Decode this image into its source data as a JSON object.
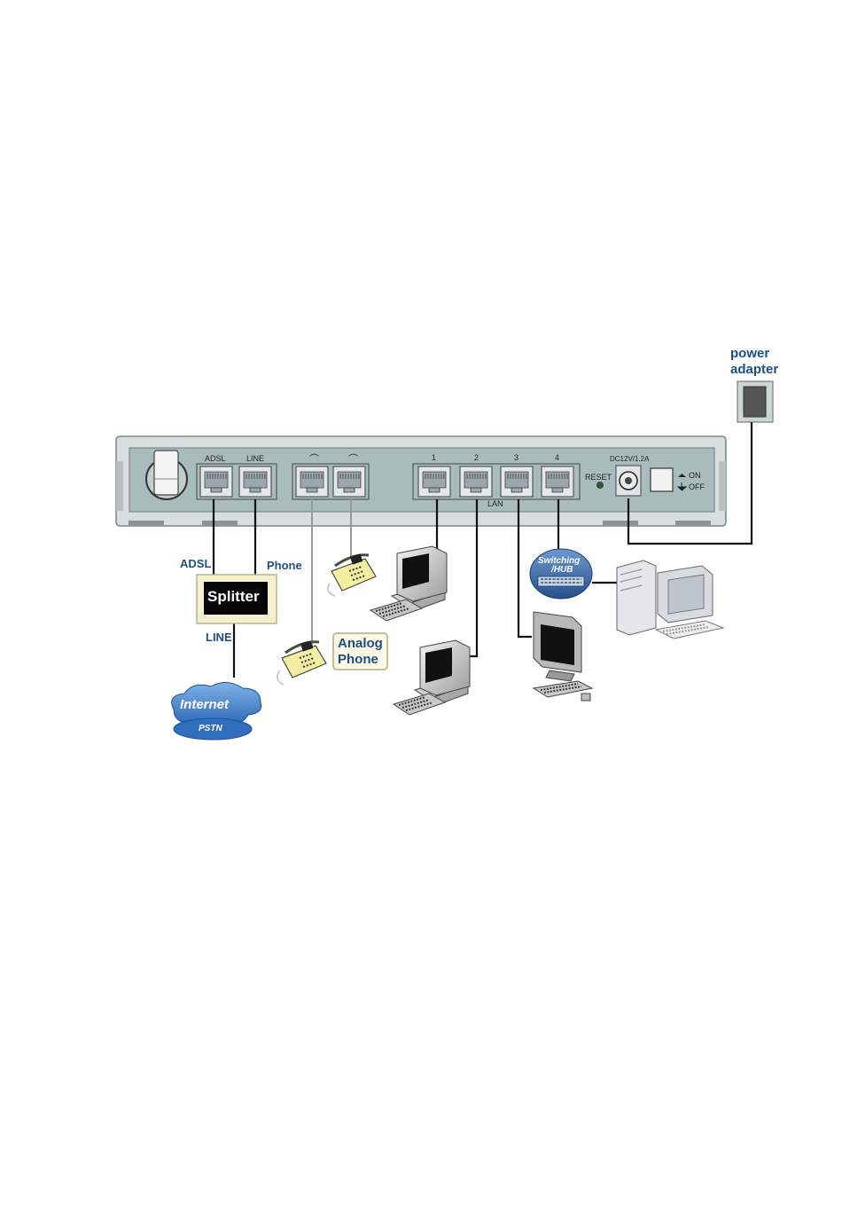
{
  "router": {
    "ports": {
      "adsl": "ADSL",
      "line": "LINE",
      "phone1": "⌒",
      "phone2": "⌒",
      "lan1": "1",
      "lan2": "2",
      "lan3": "3",
      "lan4": "4",
      "lan_group": "LAN"
    },
    "reset": "RESET",
    "power_spec": "DC12V/1.2A",
    "switch_on": "ON",
    "switch_off": "OFF"
  },
  "labels": {
    "power_adapter_line1": "power",
    "power_adapter_line2": "adapter",
    "adsl_cable": "ADSL",
    "phone_cable": "Phone",
    "splitter": "Splitter",
    "splitter_line": "LINE",
    "analog_phone_line1": "Analog",
    "analog_phone_line2": "Phone",
    "switching_hub_line1": "Switching",
    "switching_hub_line2": "/HUB",
    "internet": "Internet",
    "pstn": "PSTN"
  },
  "colors": {
    "router_body": "#d8dede",
    "router_panel": "#a9bcbc",
    "port": "#e4e8ea",
    "label_blue": "#1f4f82",
    "cable": "#111111",
    "phone_yellow": "#f4eea2",
    "splitter_frame": "#f3f0cf",
    "hub_blue": "#3f6fae",
    "internet_blue": "#3b7cc8"
  },
  "icons": [
    "router-back-panel",
    "power-adapter-icon",
    "splitter-icon",
    "telephone-icon",
    "computer-icon",
    "switching-hub-icon",
    "internet-cloud-icon"
  ]
}
